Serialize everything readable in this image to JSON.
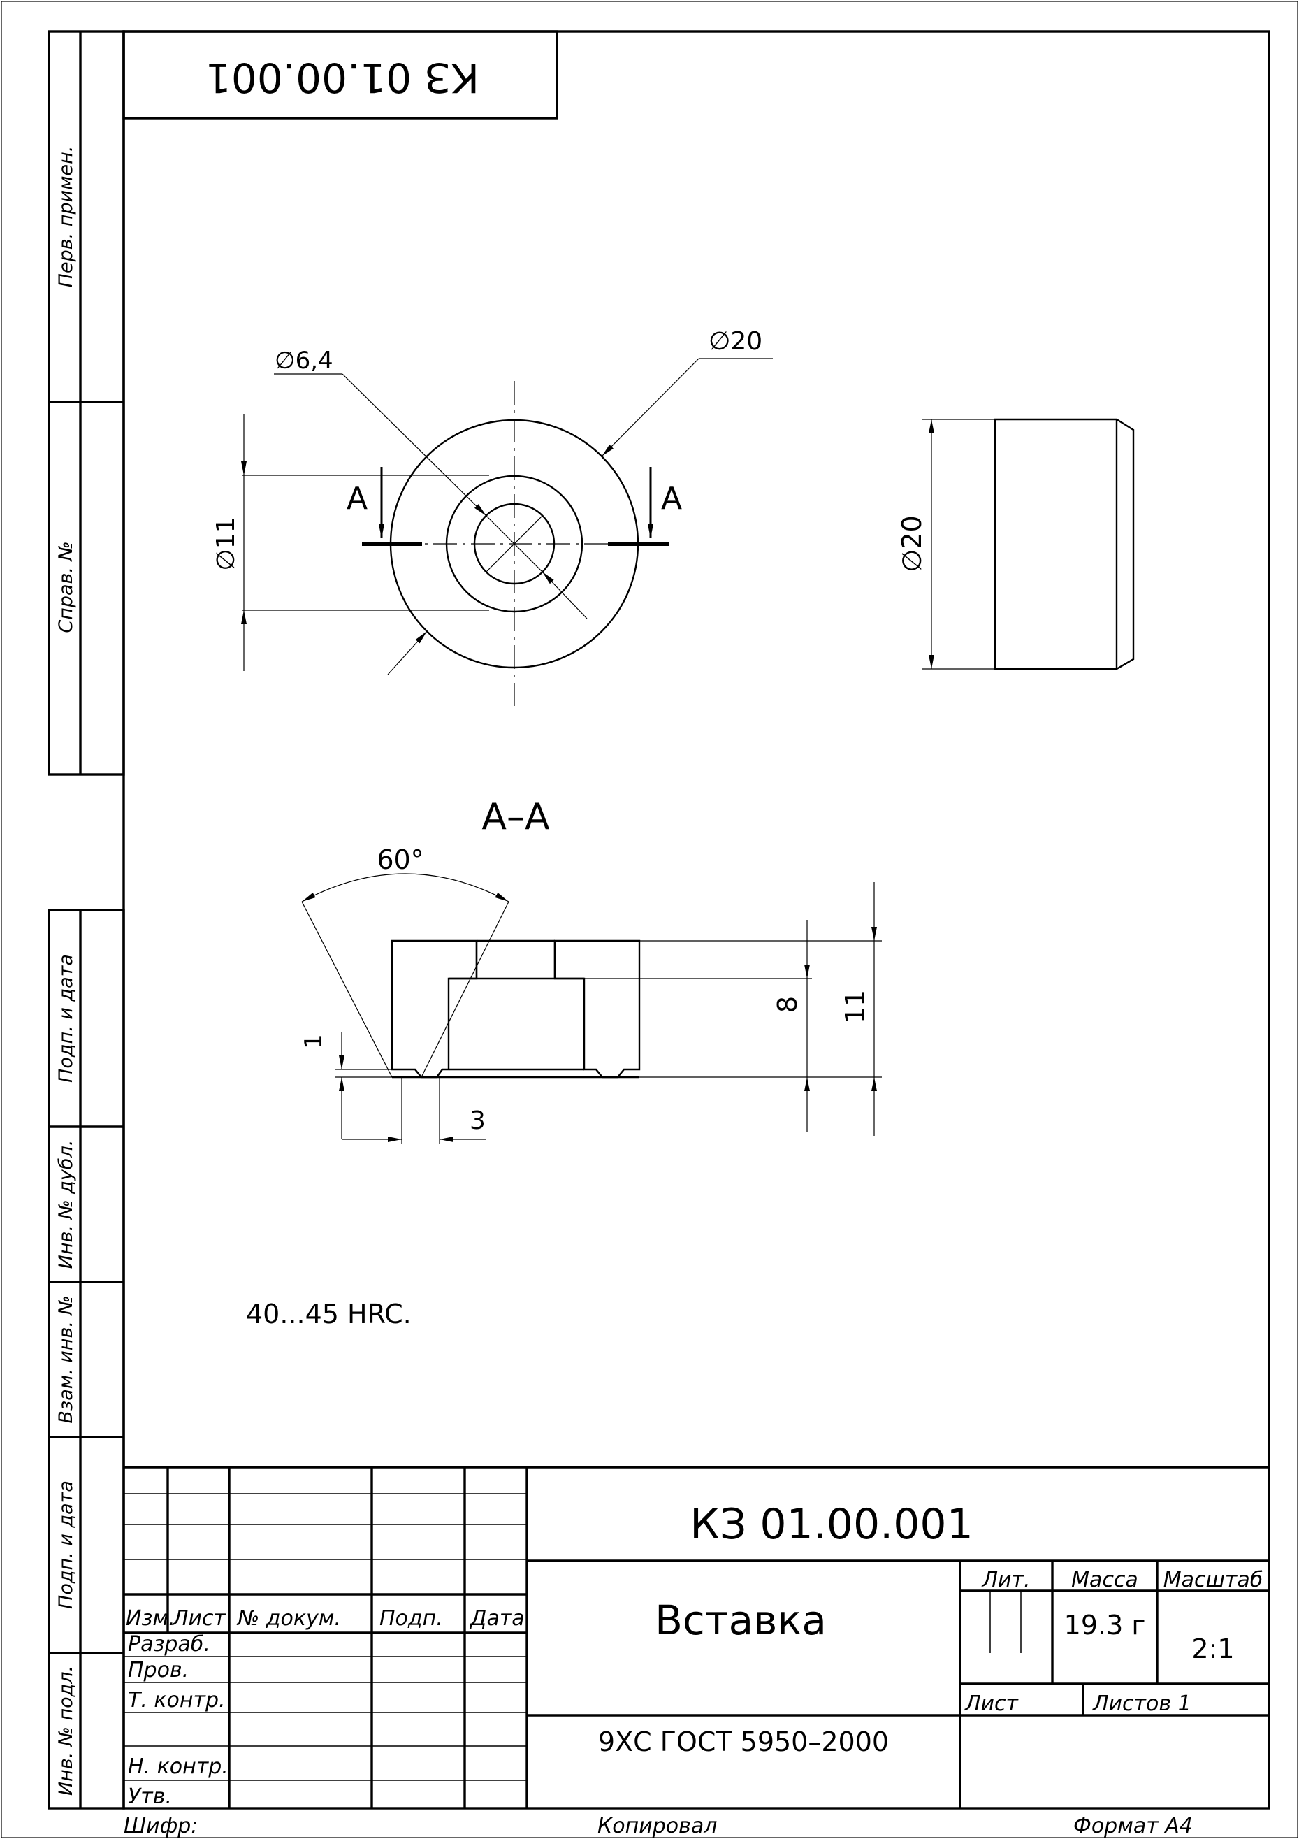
{
  "drawing": {
    "doc_code_top": "КЗ 01.00.001",
    "section_label": "А–А",
    "cut_label_left": "А",
    "cut_label_right": "А",
    "dims": {
      "d_inner": "∅6,4",
      "d_outer_leader": "∅20",
      "d_11": "∅11",
      "d_20_side": "∅20",
      "angle": "60°",
      "h8": "8",
      "h11": "11",
      "h1": "1",
      "w3": "3"
    },
    "note": "40...45 HRC."
  },
  "side_strip": {
    "perv_primen": "Перв. примен.",
    "sprav_no": "Справ. №",
    "podp_data_1": "Подп. и дата",
    "inv_dubl": "Инв. № дубл.",
    "vzam_inv": "Взам. инв. №",
    "podp_data_2": "Подп. и дата",
    "inv_podl": "Инв. № подл."
  },
  "title_block": {
    "doc_code": "КЗ 01.00.001",
    "name": "Вставка",
    "material": "9ХС ГОСТ 5950–2000",
    "lit_header": "Лит.",
    "mass_header": "Масса",
    "scale_header": "Масштаб",
    "mass": "19.3 г",
    "scale": "2:1",
    "sheet_label": "Лист",
    "sheets_label": "Листов 1",
    "col_izm": "Изм.",
    "col_list": "Лист",
    "col_doc": "№ докум.",
    "col_sign": "Подп.",
    "col_date": "Дата",
    "row_razrab": "Разраб.",
    "row_prov": "Пров.",
    "row_tkontr": "Т. контр.",
    "row_nkontr": "Н. контр.",
    "row_utv": "Утв."
  },
  "footer": {
    "shifr": "Шифр:",
    "kopiroval": "Копировал",
    "format": "Формат А4"
  }
}
